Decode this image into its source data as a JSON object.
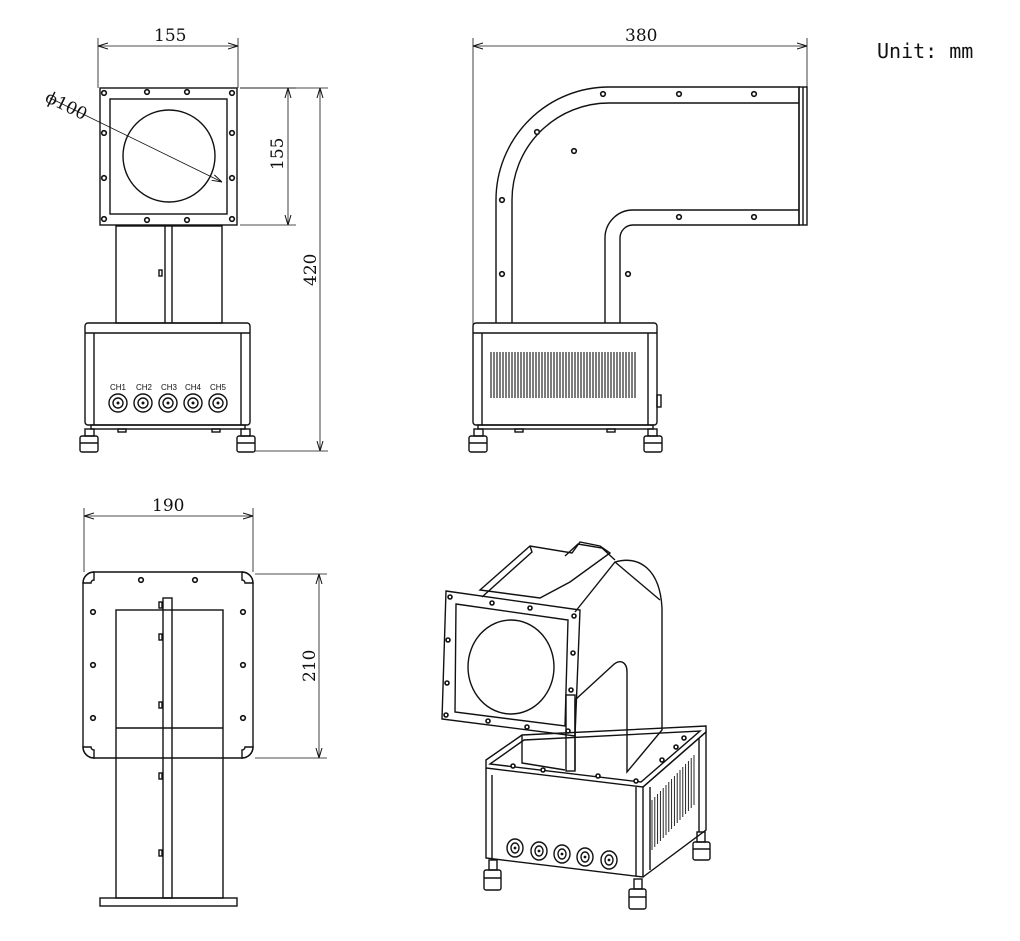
{
  "unit_label": "Unit: mm",
  "front_view": {
    "width_label": "155",
    "diameter_label": "ϕ100",
    "window_height_label": "155",
    "total_height_label": "420",
    "channels": [
      "CH1",
      "CH2",
      "CH3",
      "CH4",
      "CH5"
    ]
  },
  "side_view": {
    "width_label": "380"
  },
  "top_view": {
    "width_label": "190",
    "depth_label": "210"
  },
  "colors": {
    "line": "#111111",
    "background": "#ffffff"
  }
}
